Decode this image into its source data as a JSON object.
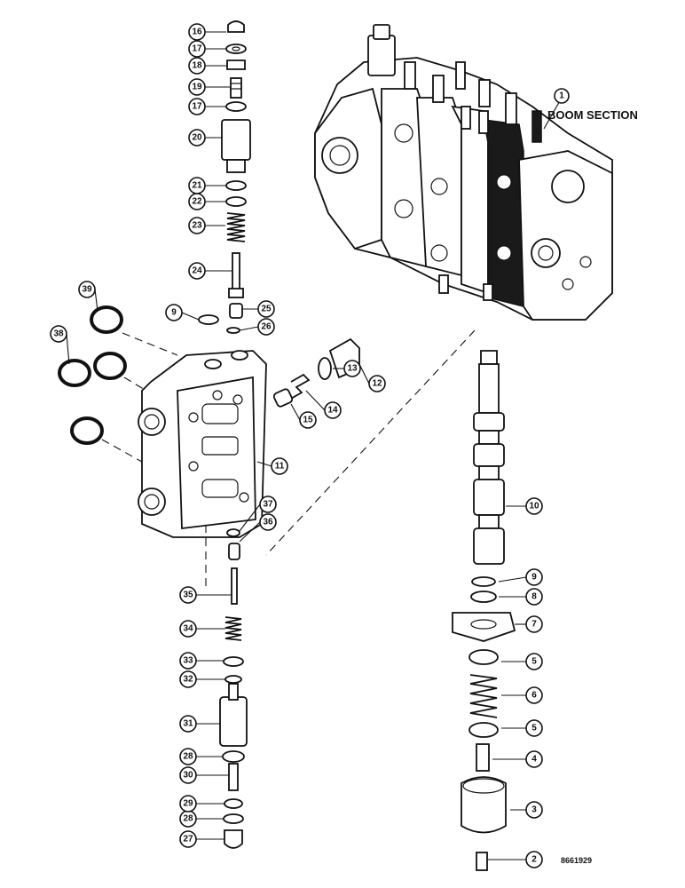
{
  "boom_label": "BOOM SECTION",
  "boom_callout": "1",
  "drawing_code": "8661929",
  "callouts": [
    "2",
    "3",
    "4",
    "5",
    "5",
    "6",
    "7",
    "8",
    "9",
    "10",
    "11",
    "12",
    "13",
    "14",
    "15",
    "16",
    "17",
    "17",
    "18",
    "19",
    "20",
    "21",
    "22",
    "23",
    "24",
    "25",
    "26",
    "27",
    "28",
    "28",
    "29",
    "30",
    "31",
    "32",
    "33",
    "34",
    "35",
    "36",
    "37",
    "38",
    "39",
    "9"
  ]
}
